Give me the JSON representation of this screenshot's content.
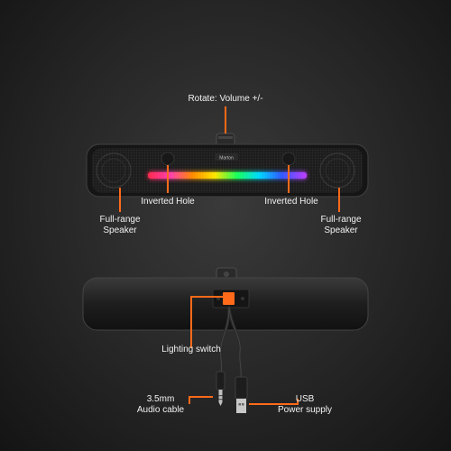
{
  "brand": "Marton",
  "labels": {
    "rotate_volume": "Rotate: Volume +/-",
    "inverted_hole_left": "Inverted Hole",
    "inverted_hole_right": "Inverted Hole",
    "full_range_left": [
      "Full-range",
      "Speaker"
    ],
    "full_range_right": [
      "Full-range",
      "Speaker"
    ],
    "lighting_switch": "Lighting switch",
    "audio_cable": [
      "3.5mm",
      "Audio cable"
    ],
    "usb_power": [
      "USB",
      "Power supply"
    ]
  },
  "colors": {
    "accent": "#ff6a1a",
    "background": "#262626",
    "device": "#1b1b1b",
    "text": "#f2f2f2"
  },
  "icons": {
    "speaker_grille": "speaker-grille-icon",
    "rgb_light_bar": "rgb-light-bar-icon",
    "volume_knob": "volume-knob-icon",
    "audio_jack": "audio-jack-icon",
    "usb_plug": "usb-plug-icon"
  }
}
